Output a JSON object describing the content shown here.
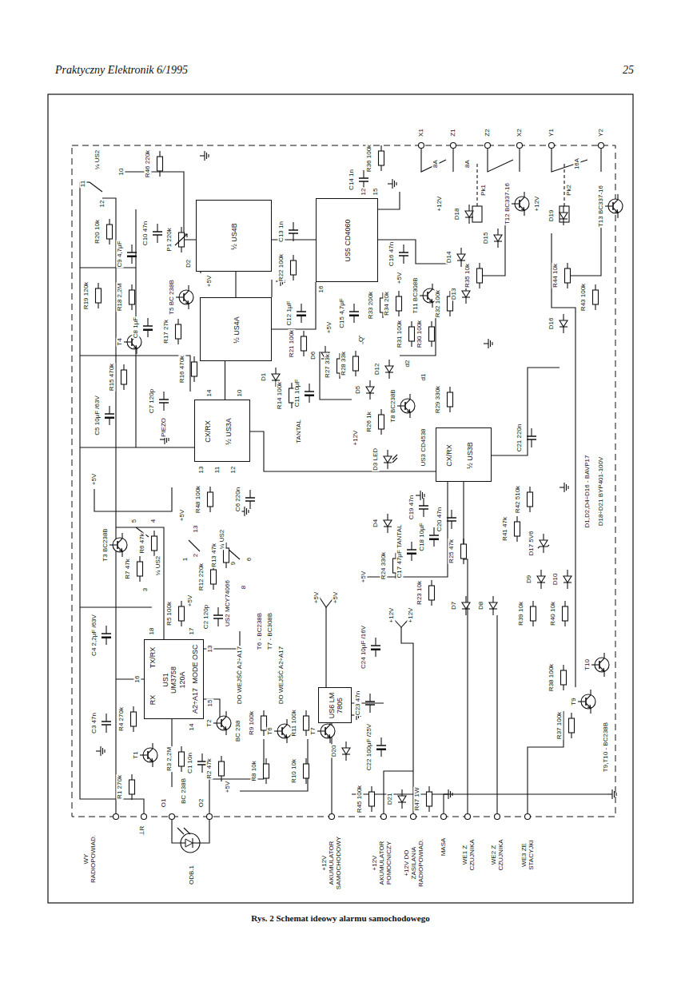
{
  "diagram": {
    "caption": "Rys. 2 Schemat ideowy alarmu samochodowego",
    "nodes": [
      {
        "text": [
          "US1 UM3758 120A",
          "TX/RX",
          "RX",
          "MODE OSC",
          "A2÷A17"
        ]
      },
      {
        "text": [
          "CX/RX",
          "½ US3A"
        ]
      },
      {
        "text": [
          "½ US4A"
        ]
      },
      {
        "text": [
          "½ US4B"
        ]
      },
      {
        "text": [
          "US5 CD4060"
        ]
      },
      {
        "text": [
          "CX/RX",
          "½ US3B"
        ]
      },
      {
        "text": [
          "US6 LM 7805"
        ]
      }
    ],
    "edges": [
      {
        "from": 1,
        "to": 2,
        "arrow": "none"
      },
      {
        "from": 2,
        "to": 3,
        "arrow": "none"
      }
    ],
    "labels": [
      "Praktyczny Elektronik 6/1995",
      "25",
      "WY RADIOPOWIAD.",
      "⊥R",
      "O1",
      "O2",
      "ODB.1",
      "+12V AKUMULATOR SAMOCHODOWY",
      "+12V AKUMULATOR POMOCNICZY",
      "+12V DO ZASILANIA RADIOPOWIAD.",
      "MASA",
      "WE1 Z CZUJNIKA",
      "WE2 Z CZUJNIKA",
      "WE3 ZE STACYJKI",
      "X1",
      "Z1",
      "Z2",
      "X2",
      "Y1",
      "Y2",
      "8A",
      "8A",
      "16A",
      "¼ US2",
      "11",
      "12",
      "10",
      "R46 220k",
      "R20 10k",
      "C9 4,7μF",
      "C10 47n",
      "P1 220k",
      "R19 120k",
      "R18 2,2M",
      "T5 BC 238B",
      "C8 1μF",
      "R17 27k",
      "T4",
      "R15 470k",
      "R16 470k",
      "C5 10μF /63V",
      "C7 120p",
      "PIEZO",
      "+5V",
      "T3 BC238B",
      "R7 47k",
      "R6 47k",
      "¼ US2",
      "5",
      "4",
      "3",
      "C4 2,2μF /63V",
      "R5 100k",
      "C2 120p",
      "C3 47n",
      "R4 270k",
      "18",
      "17",
      "16",
      "13",
      "15",
      "14",
      "T2",
      "BC 238",
      "R3 2,2M",
      "C1 10n",
      "R2 47k",
      "T1",
      "BC 238B",
      "R1 270k",
      "+5V",
      "US2 MCY74066",
      "T6 - BC238B",
      "T7 - BC308B",
      "DO WEJŚĆ A2÷A17",
      "DO WEJŚĆ A2÷A17",
      "R9 100k",
      "T6",
      "R8 10k",
      "R11 100k",
      "T7",
      "R10 10k",
      "R48 100k",
      "+5V",
      "R12 220k",
      "R13 47k",
      "+5V",
      "C6 220n",
      "¼ US2",
      "13",
      "1",
      "2",
      "9",
      "8",
      "6",
      "14",
      "10",
      "13",
      "11",
      "12",
      "D1",
      "R14 100k",
      "C11 10μF",
      "TANTAL",
      "R21 100k",
      "C12 1μF",
      "D2",
      "+5V",
      "R22 100k",
      "C13 1n",
      "„Q”",
      "C14 1n",
      "R36 100k",
      "C16 47n",
      "R34 20k",
      "R33 200k",
      "C15 4,7μF",
      "+5V",
      "D6",
      "R27 33k",
      "R28 33k",
      "„Q”",
      "D5",
      "D12",
      "T8 BC238B",
      "R26 1k",
      "D3 LED",
      "+12V",
      "R31 100k",
      "d2",
      "d1",
      "R30 100k",
      "R29 330k",
      "T11 BC308B",
      "+5V",
      "R32 100k",
      "D13",
      "D14",
      "R35 10k",
      "D15",
      "T12 BC337-16",
      "D18",
      "Pk1",
      "+12V",
      "D19",
      "+12V",
      "Pk2",
      "T13 BC337-16",
      "R44 10k",
      "R43 100k",
      "D16",
      "US3 CD4538",
      "C21 220n",
      "R42 510k",
      "R41 47k",
      "D17 5V6",
      "D9",
      "D10",
      "R39 10k",
      "R40 10k",
      "D1,D2,D4÷D16 - BAVP17",
      "D18÷D21 BYP401-100V",
      "D4",
      "R24 330k",
      "C17 47μF TANTAL",
      "C19 47n",
      "C18 10μF",
      "C20 47n",
      "R25 47k",
      "R23 10k",
      "+5V",
      "+12V",
      "+12V",
      "D7",
      "D8",
      "+5V",
      "+5V",
      "C24 10μF /16V",
      "C23 47n",
      "C22 100μF /25V",
      "D20",
      "R45 100k",
      "D21",
      "R47 1W",
      "T10",
      "R38 100k",
      "T9",
      "R37 100k",
      "T9,T10 - BC238B",
      "16",
      "12",
      "15"
    ]
  }
}
